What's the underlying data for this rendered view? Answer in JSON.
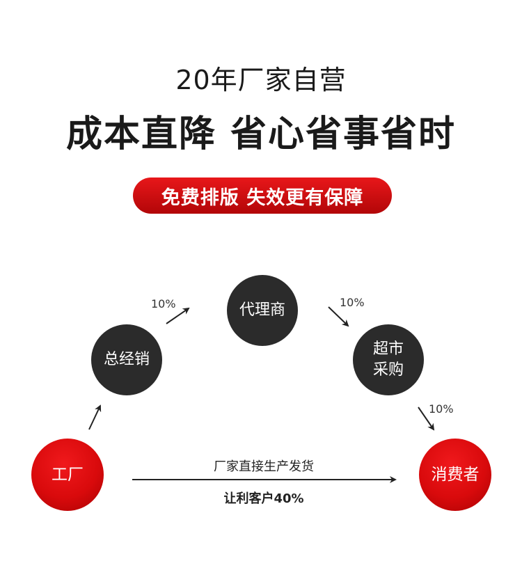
{
  "header": {
    "subtitle": "20年厂家自营",
    "headline": "成本直降 省心省事省时",
    "pill": "免费排版 失效更有保障"
  },
  "nodes": {
    "factory": "工厂",
    "distributor": "总经销",
    "agent": "代理商",
    "supermarket": "超市\n采购",
    "consumer": "消费者"
  },
  "percentages": {
    "distributor_to_agent": "10%",
    "agent_to_supermarket": "10%",
    "supermarket_to_consumer": "10%"
  },
  "direct": {
    "label": "厂家直接生产发货",
    "sublabel": "让利客户40%"
  },
  "colors": {
    "accent_red": "#d90a0c",
    "dark_node": "#2b2b2b"
  }
}
